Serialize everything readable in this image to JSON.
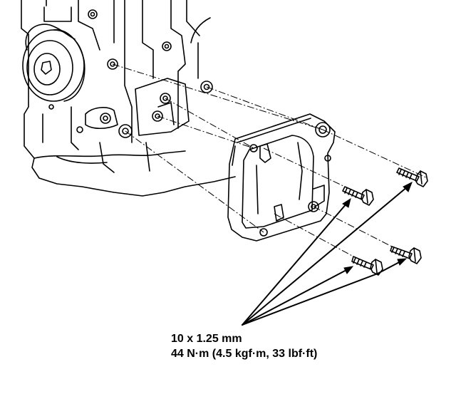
{
  "spec": {
    "bolt_size": "10 x 1.25 mm",
    "torque": "44 N·m (4.5 kgf·m, 33 lbf·ft)"
  },
  "colors": {
    "ink": "#000000",
    "paper": "#ffffff"
  },
  "icons": [
    "engine-block",
    "tensioner-pulley",
    "mounting-bracket",
    "flange-bolt",
    "leader-arrow",
    "dash-dot-alignment-line"
  ]
}
